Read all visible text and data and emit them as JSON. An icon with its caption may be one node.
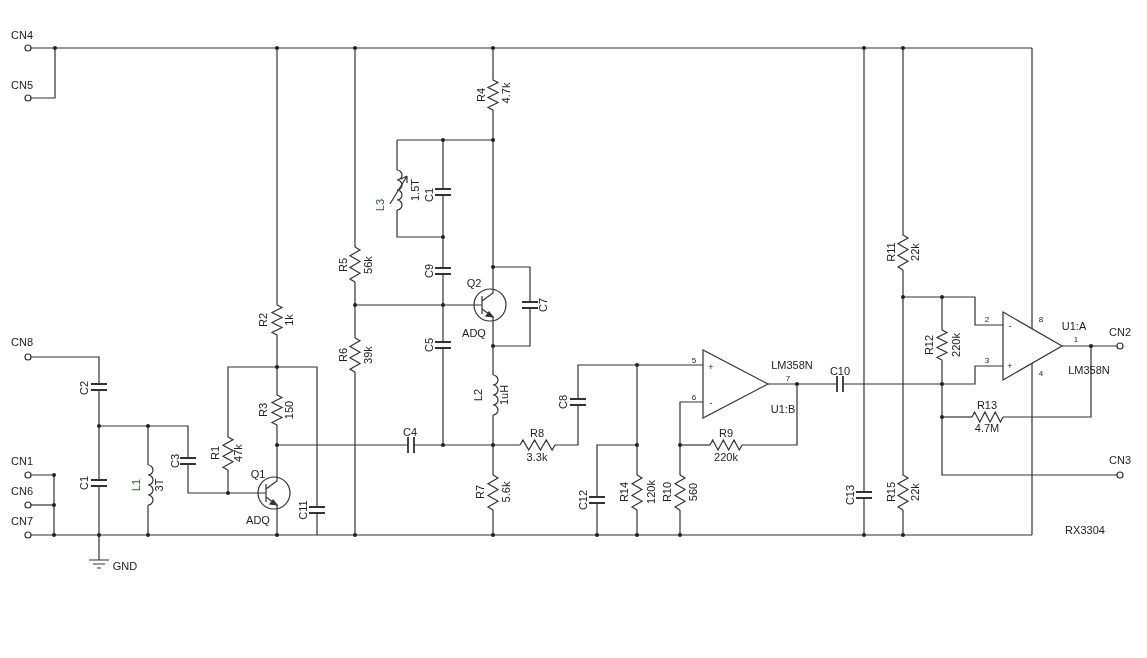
{
  "diagram": {
    "labels": [
      "CN4",
      "CN5",
      "R4",
      "4.7k",
      "L3",
      "1.5T",
      "C1",
      "R11",
      "22k",
      "R5",
      "56k",
      "C9",
      "Q2",
      "C7",
      "2",
      "-",
      "8",
      "R2",
      "1k",
      "U1:A",
      "CN2",
      "1",
      "ADQ",
      "C5",
      "R12",
      "220k",
      "CN8",
      "R6",
      "39k",
      "3",
      "+",
      "LM358N",
      "5",
      "+",
      "LM358N",
      "4",
      "C10",
      "7",
      "C2",
      "L2",
      "1uH",
      "6",
      "-",
      "C8",
      "U1:B",
      "R3",
      "150",
      "R13",
      "4.7M",
      "C4",
      "R8",
      "R9",
      "CN1",
      "C3",
      "R1",
      "47k",
      "3.3k",
      "220k",
      "CN3",
      "Q1",
      "C1",
      "L1",
      "3T",
      "R7",
      "5.6k",
      "R14",
      "120k",
      "R10",
      "560",
      "R15",
      "22k",
      "CN6",
      "C12",
      "C13",
      "C11",
      "CN7",
      "ADQ",
      "RX3304",
      "GND"
    ]
  }
}
